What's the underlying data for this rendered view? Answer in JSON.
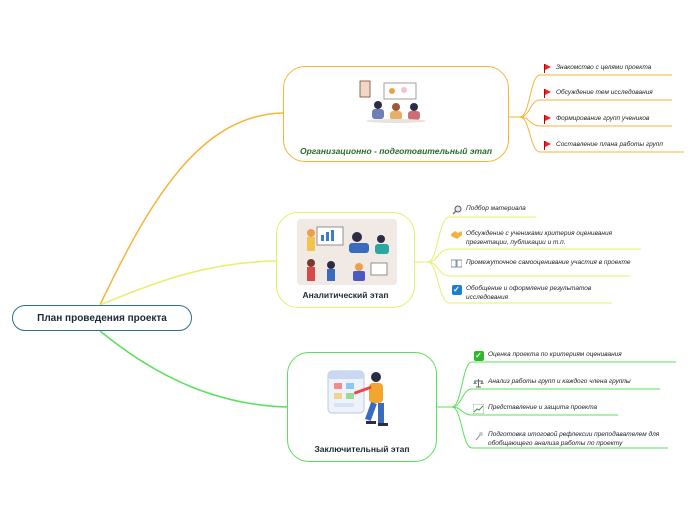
{
  "root": {
    "label": "План проведения проекта"
  },
  "stages": [
    {
      "title": "Организационно - подготовительный этап",
      "color": "#f6b53a",
      "items": [
        {
          "icon": "red-flag-icon",
          "label": "Знакомство с целями проекта"
        },
        {
          "icon": "red-flag-icon",
          "label": "Обсуждение тем исследования"
        },
        {
          "icon": "red-flag-icon",
          "label": "Формирование групп учеников"
        },
        {
          "icon": "red-flag-icon",
          "label": "Составление плана работы групп"
        }
      ]
    },
    {
      "title": "Аналитический этап",
      "color": "#e6ef6a",
      "items": [
        {
          "icon": "magnifier-icon",
          "label": "Подбор материала"
        },
        {
          "icon": "handshake-icon",
          "label": "Обсуждение с учениками критерия оценивания презентации, публикации и т.п."
        },
        {
          "icon": "book-icon",
          "label": "Промежуточное самооценивание участия в проекте"
        },
        {
          "icon": "blue-checkbox-icon",
          "label": "Обобщение и оформление результатов исследования"
        }
      ]
    },
    {
      "title": "Заключительный этап",
      "color": "#5be05b",
      "items": [
        {
          "icon": "green-checkmark-icon",
          "label": "Оценка проекта по критериям оценивания"
        },
        {
          "icon": "scales-icon",
          "label": "Анализ работы групп и каждого члена группы"
        },
        {
          "icon": "chart-icon",
          "label": "Представление и защита проекта"
        },
        {
          "icon": "pin-icon",
          "label": "Подготовка итоговой рефлексии преподавателем для обобщающего анализа работы по проекту"
        }
      ]
    }
  ]
}
